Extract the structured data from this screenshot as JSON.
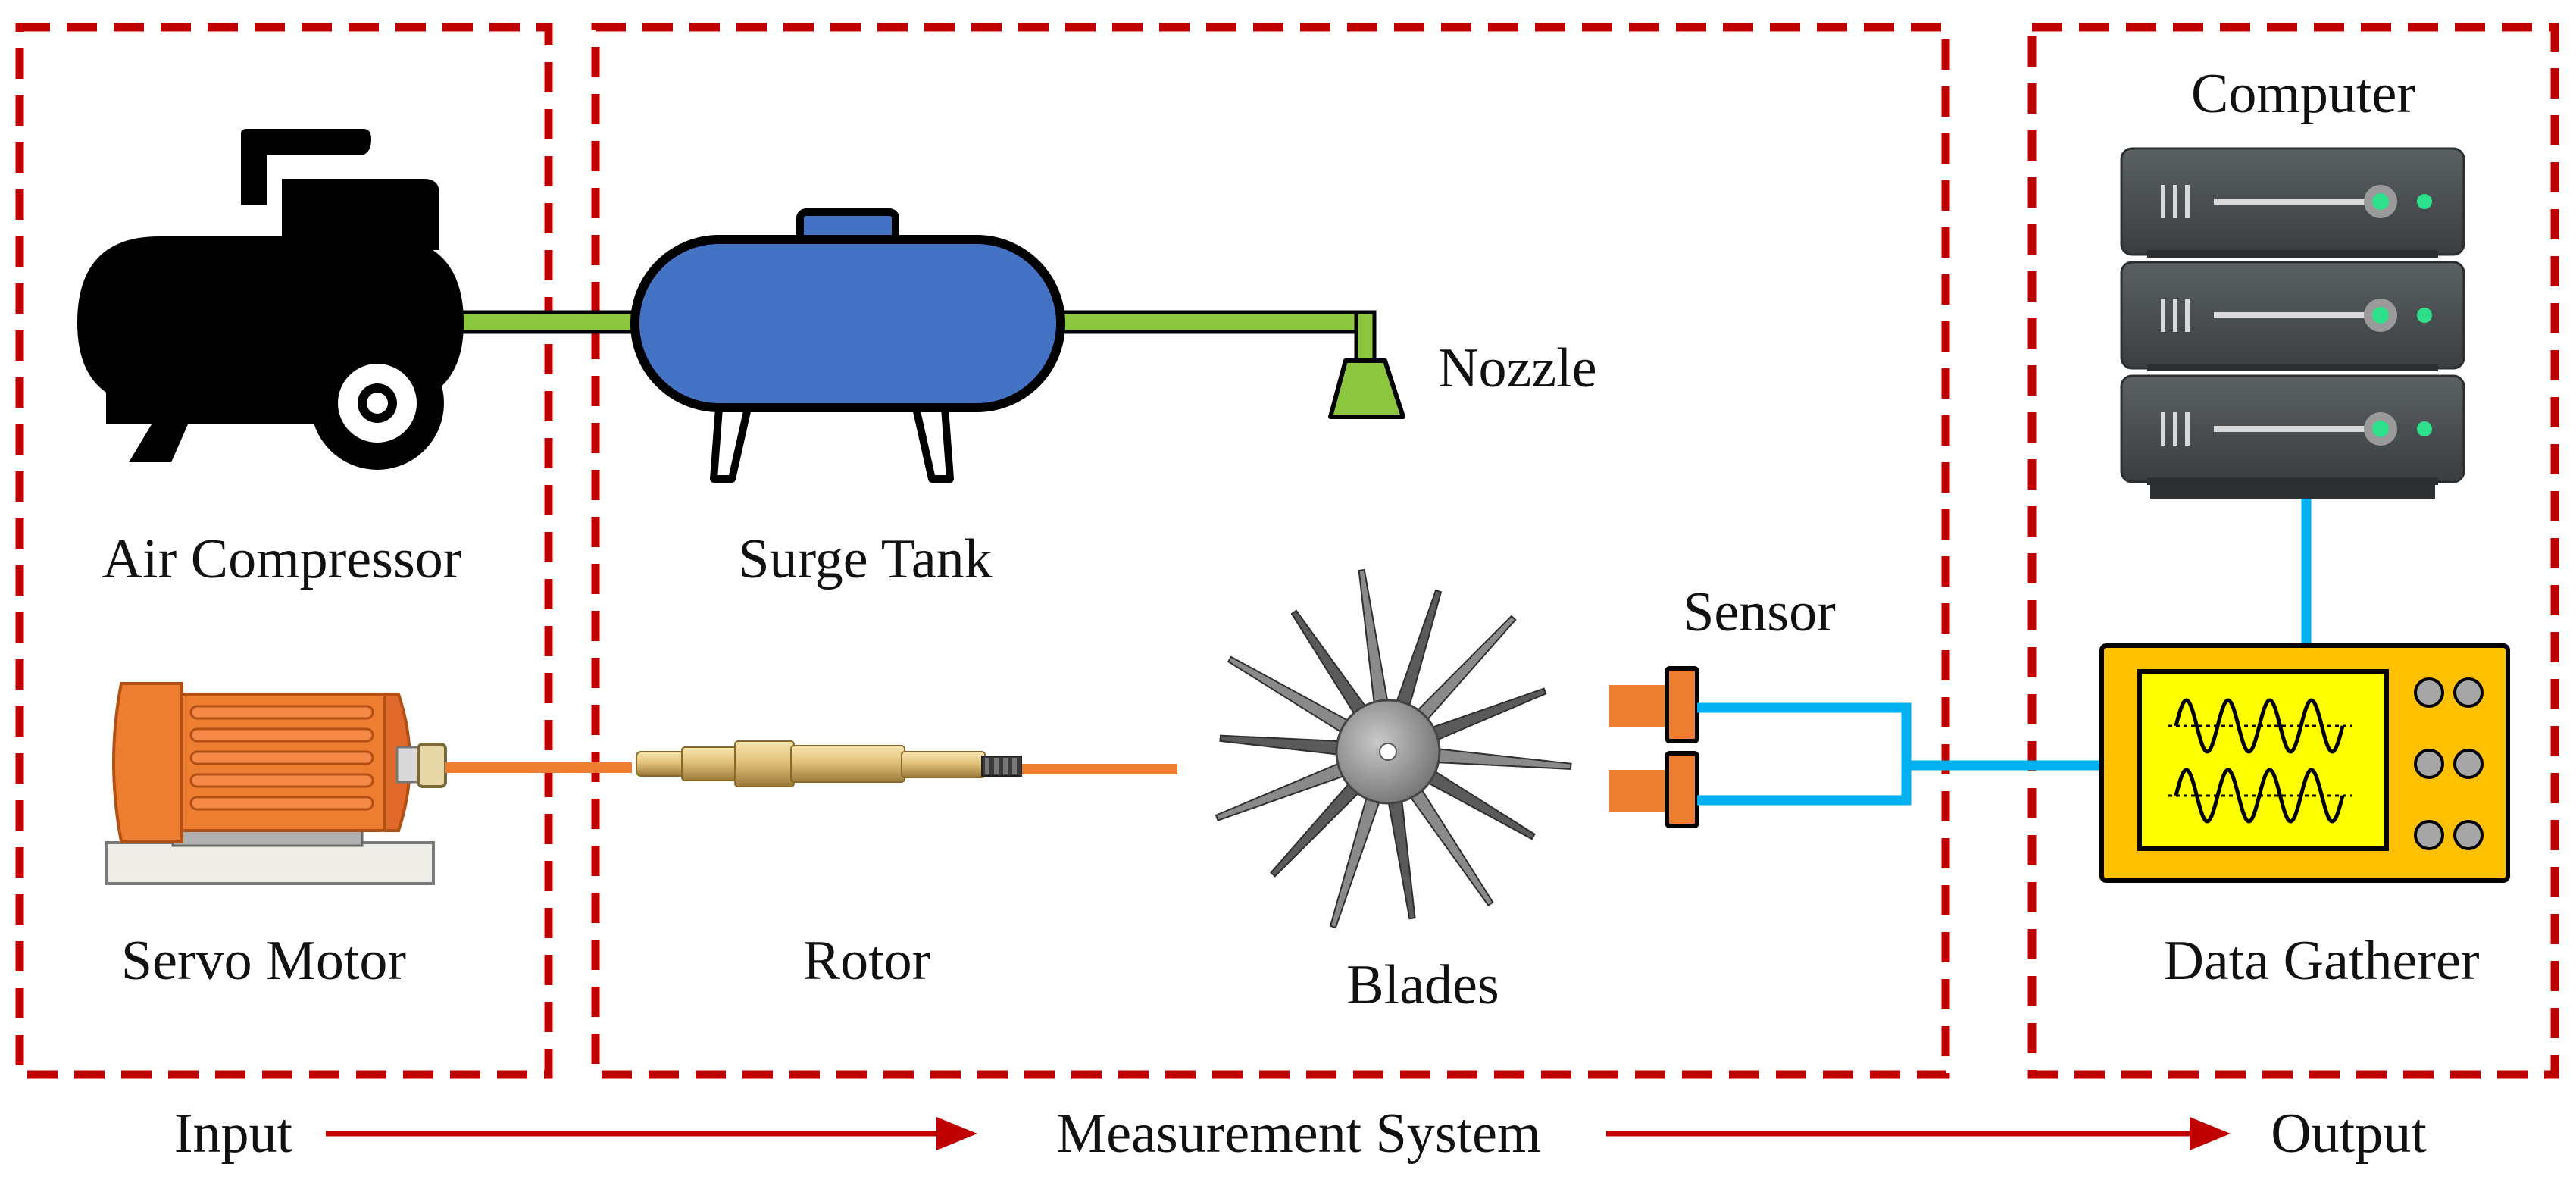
{
  "labels": {
    "air_compressor": "Air Compressor",
    "surge_tank": "Surge Tank",
    "nozzle": "Nozzle",
    "computer": "Computer",
    "servo_motor": "Servo Motor",
    "rotor": "Rotor",
    "blades": "Blades",
    "sensor": "Sensor",
    "data_gatherer": "Data Gatherer"
  },
  "flow": {
    "input": "Input",
    "measurement_system": "Measurement System",
    "output": "Output"
  },
  "colors": {
    "frame_red": "#c00000",
    "pipe_green": "#8cc63f",
    "tank_blue": "#4472c4",
    "motor_orange": "#ed7d31",
    "cable_blue": "#00b0f0",
    "gatherer_yellow": "#ffc000",
    "screen_yellow": "#ffff00",
    "server_gray": "#4a4f52",
    "led_green": "#2ee08a"
  }
}
